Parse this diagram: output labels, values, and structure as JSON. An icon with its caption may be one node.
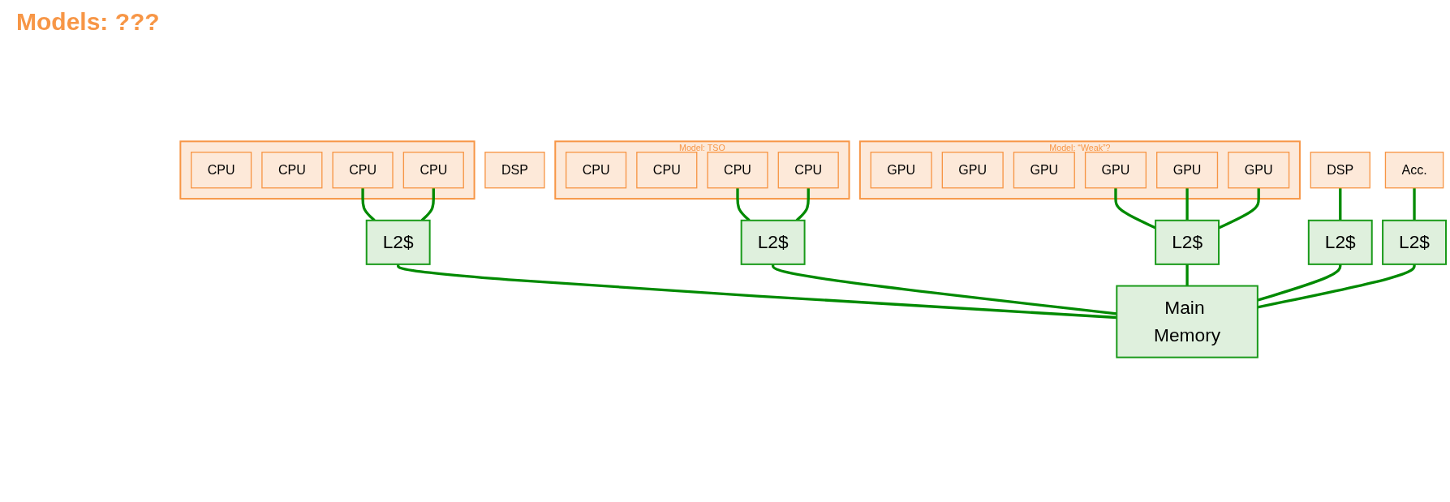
{
  "diagram": {
    "nodes": [
      {
        "text": [],
        "shape": "box"
      },
      {
        "text": [
          "CPU"
        ],
        "in": 0
      },
      {
        "text": [
          "CPU"
        ],
        "in": 0
      },
      {
        "text": [
          "CPU"
        ],
        "in": 0
      },
      {
        "text": [
          "CPU"
        ],
        "in": 0
      },
      {
        "text": [
          "Model: TSO"
        ]
      },
      {
        "text": [
          "CPU"
        ],
        "in": 5
      },
      {
        "text": [
          "CPU"
        ],
        "in": 5
      },
      {
        "text": [
          "CPU"
        ],
        "in": 5
      },
      {
        "text": [
          "CPU"
        ],
        "in": 5
      },
      {
        "text": [
          "Model: “Weak”?"
        ]
      },
      {
        "text": [
          "GPU"
        ],
        "in": 10
      },
      {
        "text": [
          "GPU"
        ],
        "in": 10
      },
      {
        "text": [
          "GPU"
        ],
        "in": 10
      },
      {
        "text": [
          "GPU"
        ],
        "in": 10
      },
      {
        "text": [
          "GPU"
        ],
        "in": 10
      },
      {
        "text": [
          "GPU"
        ],
        "in": 10
      },
      {
        "text": [
          "DSP"
        ]
      },
      {
        "text": [
          "DSP"
        ]
      },
      {
        "text": [
          "Acc."
        ]
      },
      {
        "text": [
          "L2$"
        ]
      },
      {
        "text": [
          "L2$"
        ]
      },
      {
        "text": [
          "L2$"
        ]
      },
      {
        "text": [
          "L2$"
        ]
      },
      {
        "text": [
          "L2$"
        ]
      },
      {
        "text": [
          "Main Memory"
        ]
      }
    ],
    "edges": [
      {
        "from": 3,
        "to": 20,
        "arrow": "none"
      },
      {
        "from": 4,
        "to": 20,
        "arrow": "none"
      },
      {
        "from": 8,
        "to": 21,
        "arrow": "none"
      },
      {
        "from": 9,
        "to": 21,
        "arrow": "none"
      },
      {
        "from": 14,
        "to": 22,
        "arrow": "none"
      },
      {
        "from": 15,
        "to": 22,
        "arrow": "none"
      },
      {
        "from": 16,
        "to": 22,
        "arrow": "none"
      },
      {
        "from": 18,
        "to": 23,
        "arrow": "none"
      },
      {
        "from": 19,
        "to": 24,
        "arrow": "none"
      },
      {
        "from": 20,
        "to": 25,
        "arrow": "none"
      },
      {
        "from": 21,
        "to": 25,
        "arrow": "none"
      },
      {
        "from": 22,
        "to": 25,
        "arrow": "none"
      },
      {
        "from": 23,
        "to": 25,
        "arrow": "none"
      },
      {
        "from": 24,
        "to": 25,
        "arrow": "none"
      }
    ],
    "labels": [
      "Models: ???"
    ]
  }
}
